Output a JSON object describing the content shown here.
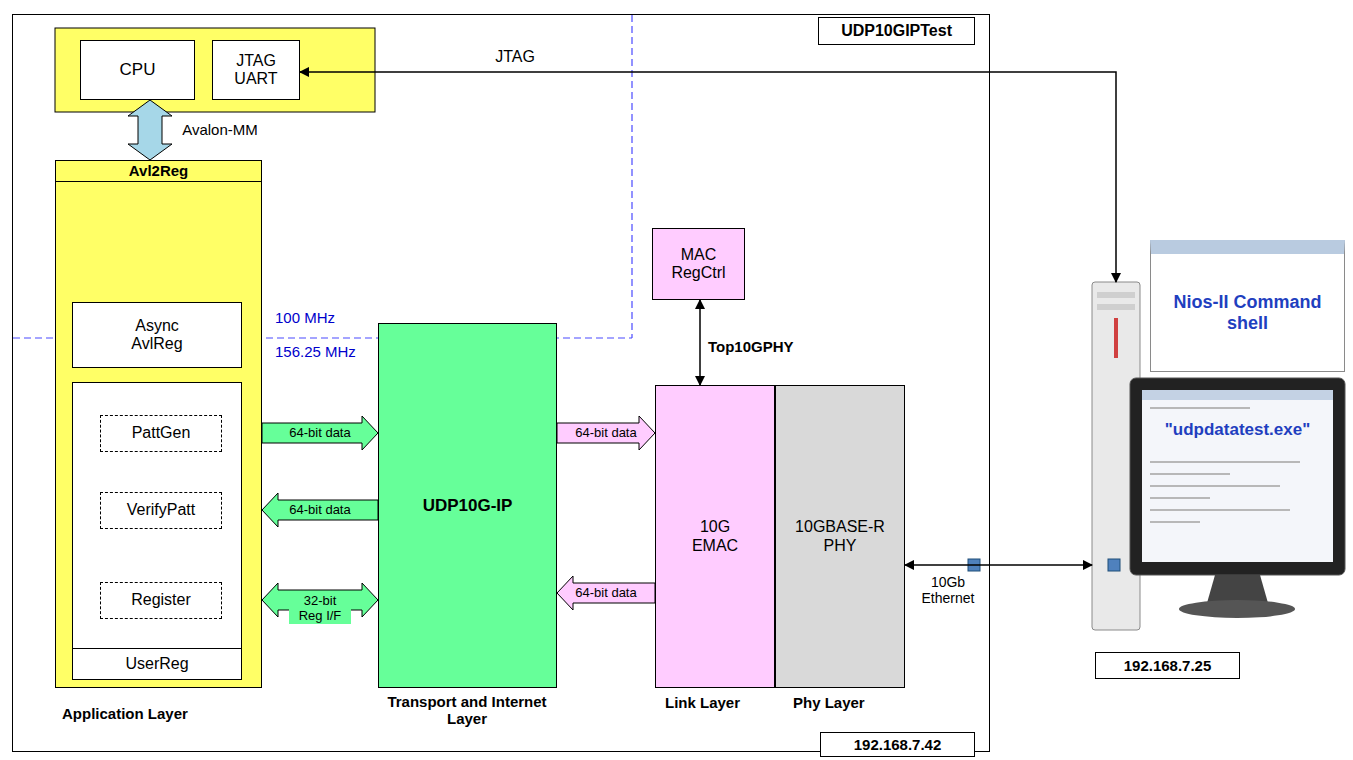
{
  "diagram": {
    "nodes": [
      {
        "text": [
          "UDP10GIPTest"
        ]
      },
      {
        "text": [
          "CPU"
        ],
        "in": 0
      },
      {
        "text": [
          "JTAG UART"
        ],
        "in": 0
      },
      {
        "text": [
          "Avl2Reg"
        ],
        "in": 0
      },
      {
        "text": [
          "Async AvlReg"
        ],
        "in": 3
      },
      {
        "text": [
          "UserReg"
        ],
        "in": 3
      },
      {
        "text": [
          "PattGen"
        ],
        "in": 5
      },
      {
        "text": [
          "VerifyPatt"
        ],
        "in": 5
      },
      {
        "text": [
          "Register"
        ],
        "in": 5
      },
      {
        "text": [
          "UDP10G-IP"
        ],
        "in": 0
      },
      {
        "text": [
          "MAC RegCtrl"
        ],
        "in": 0
      },
      {
        "text": [
          "10G EMAC"
        ],
        "in": 0
      },
      {
        "text": [
          "10GBASE-R PHY"
        ],
        "in": 0
      },
      {
        "text": [
          "192.168.7.42"
        ],
        "in": 0
      },
      {
        "text": [
          "Nios-II Command shell"
        ]
      },
      {
        "text": [
          "\"udpdatatest.exe\""
        ]
      },
      {
        "text": [
          "192.168.7.25"
        ]
      }
    ],
    "edges": [
      {
        "from": 2,
        "to": 15,
        "arrow": "both",
        "label": "JTAG"
      },
      {
        "from": 1,
        "to": 3,
        "arrow": "both",
        "label": "Avalon-MM"
      },
      {
        "from": 6,
        "to": 9,
        "arrow": "to",
        "label": "64-bit data"
      },
      {
        "from": 9,
        "to": 7,
        "arrow": "to",
        "label": "64-bit data"
      },
      {
        "from": 8,
        "to": 9,
        "arrow": "both",
        "label": "32-bit Reg I/F"
      },
      {
        "from": 9,
        "to": 11,
        "arrow": "to",
        "label": "64-bit data"
      },
      {
        "from": 11,
        "to": 9,
        "arrow": "to",
        "label": "64-bit data"
      },
      {
        "from": 10,
        "to": 11,
        "arrow": "both"
      },
      {
        "from": 12,
        "to": 15,
        "arrow": "both"
      }
    ],
    "labels": [
      "100 MHz",
      "156.25 MHz",
      "Application Layer",
      "Transport and Internet Layer",
      "Top10GPHY",
      "Link Layer",
      "Phy Layer",
      "10Gb Ethernet"
    ]
  }
}
